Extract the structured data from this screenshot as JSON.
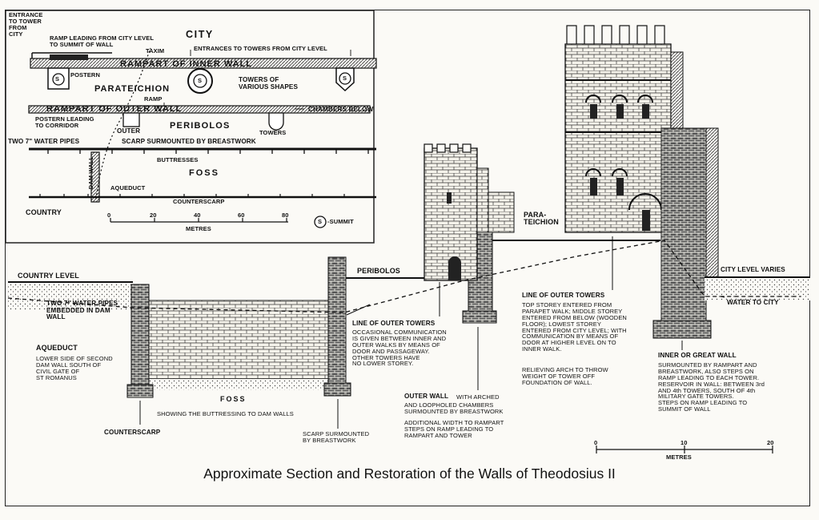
{
  "caption": "Approximate Section and Restoration of the Walls of Theodosius II",
  "plan": {
    "city": "CITY",
    "country": "COUNTRY",
    "entrance_tower": "ENTRANCE\nTO TOWER\nFROM\nCITY",
    "ramp_city": "RAMP LEADING FROM CITY LEVEL\nTO SUMMIT OF WALL",
    "taxim": "TAXIM",
    "entrances_towers": "ENTRANCES TO TOWERS FROM CITY LEVEL",
    "rampart_inner": "RAMPART   OF         INNER WALL",
    "postern": "POSTERN",
    "parateichion": "PARATEICHION",
    "towers_shapes": "TOWERS OF\nVARIOUS SHAPES",
    "ramp": "RAMP",
    "rampart_outer": "RAMPART   OF   OUTER WALL",
    "chambers_below": "CHAMBERS BELOW",
    "postern_corridor": "POSTERN LEADING\nTO CORRIDOR",
    "outer": "OUTER",
    "peribolos": "PERIBOLOS",
    "towers": "TOWERS",
    "water_pipes": "TWO 7\" WATER PIPES",
    "scarp_breastwork": "SCARP SURMOUNTED BY BREASTWORK",
    "buttresses": "BUTTRESSES",
    "dam_wall": "DAM WALL",
    "foss": "FOSS",
    "aqueduct": "AQUEDUCT",
    "counterscarp": "COUNTERSCARP",
    "summit_symbol": "S",
    "summit": "-SUMMIT",
    "scale_ticks": [
      "0",
      "20",
      "40",
      "60",
      "80"
    ],
    "scale_unit": "METRES"
  },
  "section": {
    "country_level": "COUNTRY  LEVEL",
    "water_pipes": "TWO 7\" WATER PIPES\nEMBEDDED IN DAM\nWALL",
    "aqueduct": "AQUEDUCT",
    "aqueduct_note": "LOWER SIDE OF SECOND\nDAM WALL SOUTH OF\nCIVIL GATE OF\nST ROMANUS",
    "foss": "FOSS",
    "foss_note": "SHOWING THE BUTTRESSING TO DAM WALLS",
    "counterscarp": "COUNTERSCARP",
    "scarp": "SCARP SURMOUNTED\nBY BREASTWORK",
    "peribolos": "PERIBOLOS",
    "parateichion": "PARA-\nTEICHION",
    "outer_towers_title": "LINE OF OUTER TOWERS",
    "outer_towers_note": "OCCASIONAL COMMUNICATION\nIS GIVEN BETWEEN INNER AND\nOUTER WALKS BY MEANS OF\nDOOR AND PASSAGEWAY.\n   OTHER TOWERS HAVE\n   NO LOWER STOREY.",
    "outer_wall_title": "OUTER WALL",
    "outer_wall_note1": "WITH ARCHED",
    "outer_wall_note2": "AND LOOPHOLED CHAMBERS\nSURMOUNTED BY BREASTWORK",
    "outer_wall_note3": "ADDITIONAL WIDTH TO RAMPART\nSTEPS ON RAMP LEADING TO\nRAMPART AND TOWER",
    "towers_line_title": "LINE OF OUTER TOWERS",
    "towers_line_note": "TOP STOREY ENTERED FROM\nPARAPET WALK; MIDDLE STOREY\nENTERED FROM BELOW (WOODEN\nFLOOR); LOWEST STOREY\nENTERED FROM CITY LEVEL; WITH\nCOMMUNICATION BY MEANS OF\nDOOR AT HIGHER LEVEL ON TO\nINNER WALK.",
    "towers_line_note2": "RELIEVING ARCH TO THROW\nWEIGHT OF TOWER OFF\nFOUNDATION OF WALL.",
    "city_level": "CITY LEVEL VARIES",
    "water_city": "WATER TO CITY",
    "inner_wall_title": "INNER OR GREAT WALL",
    "inner_wall_note": "SURMOUNTED BY RAMPART AND\nBREASTWORK, ALSO STEPS ON\nRAMP LEADING TO EACH TOWER.\nRESERVOIR IN WALL: BETWEEN 3rd\nAND 4th TOWERS, SOUTH OF 4th\nMILITARY GATE TOWERS.\nSTEPS ON RAMP LEADING TO\nSUMMIT OF WALL",
    "scale_ticks": [
      "0",
      "10",
      "20"
    ],
    "scale_unit": "METRES"
  }
}
